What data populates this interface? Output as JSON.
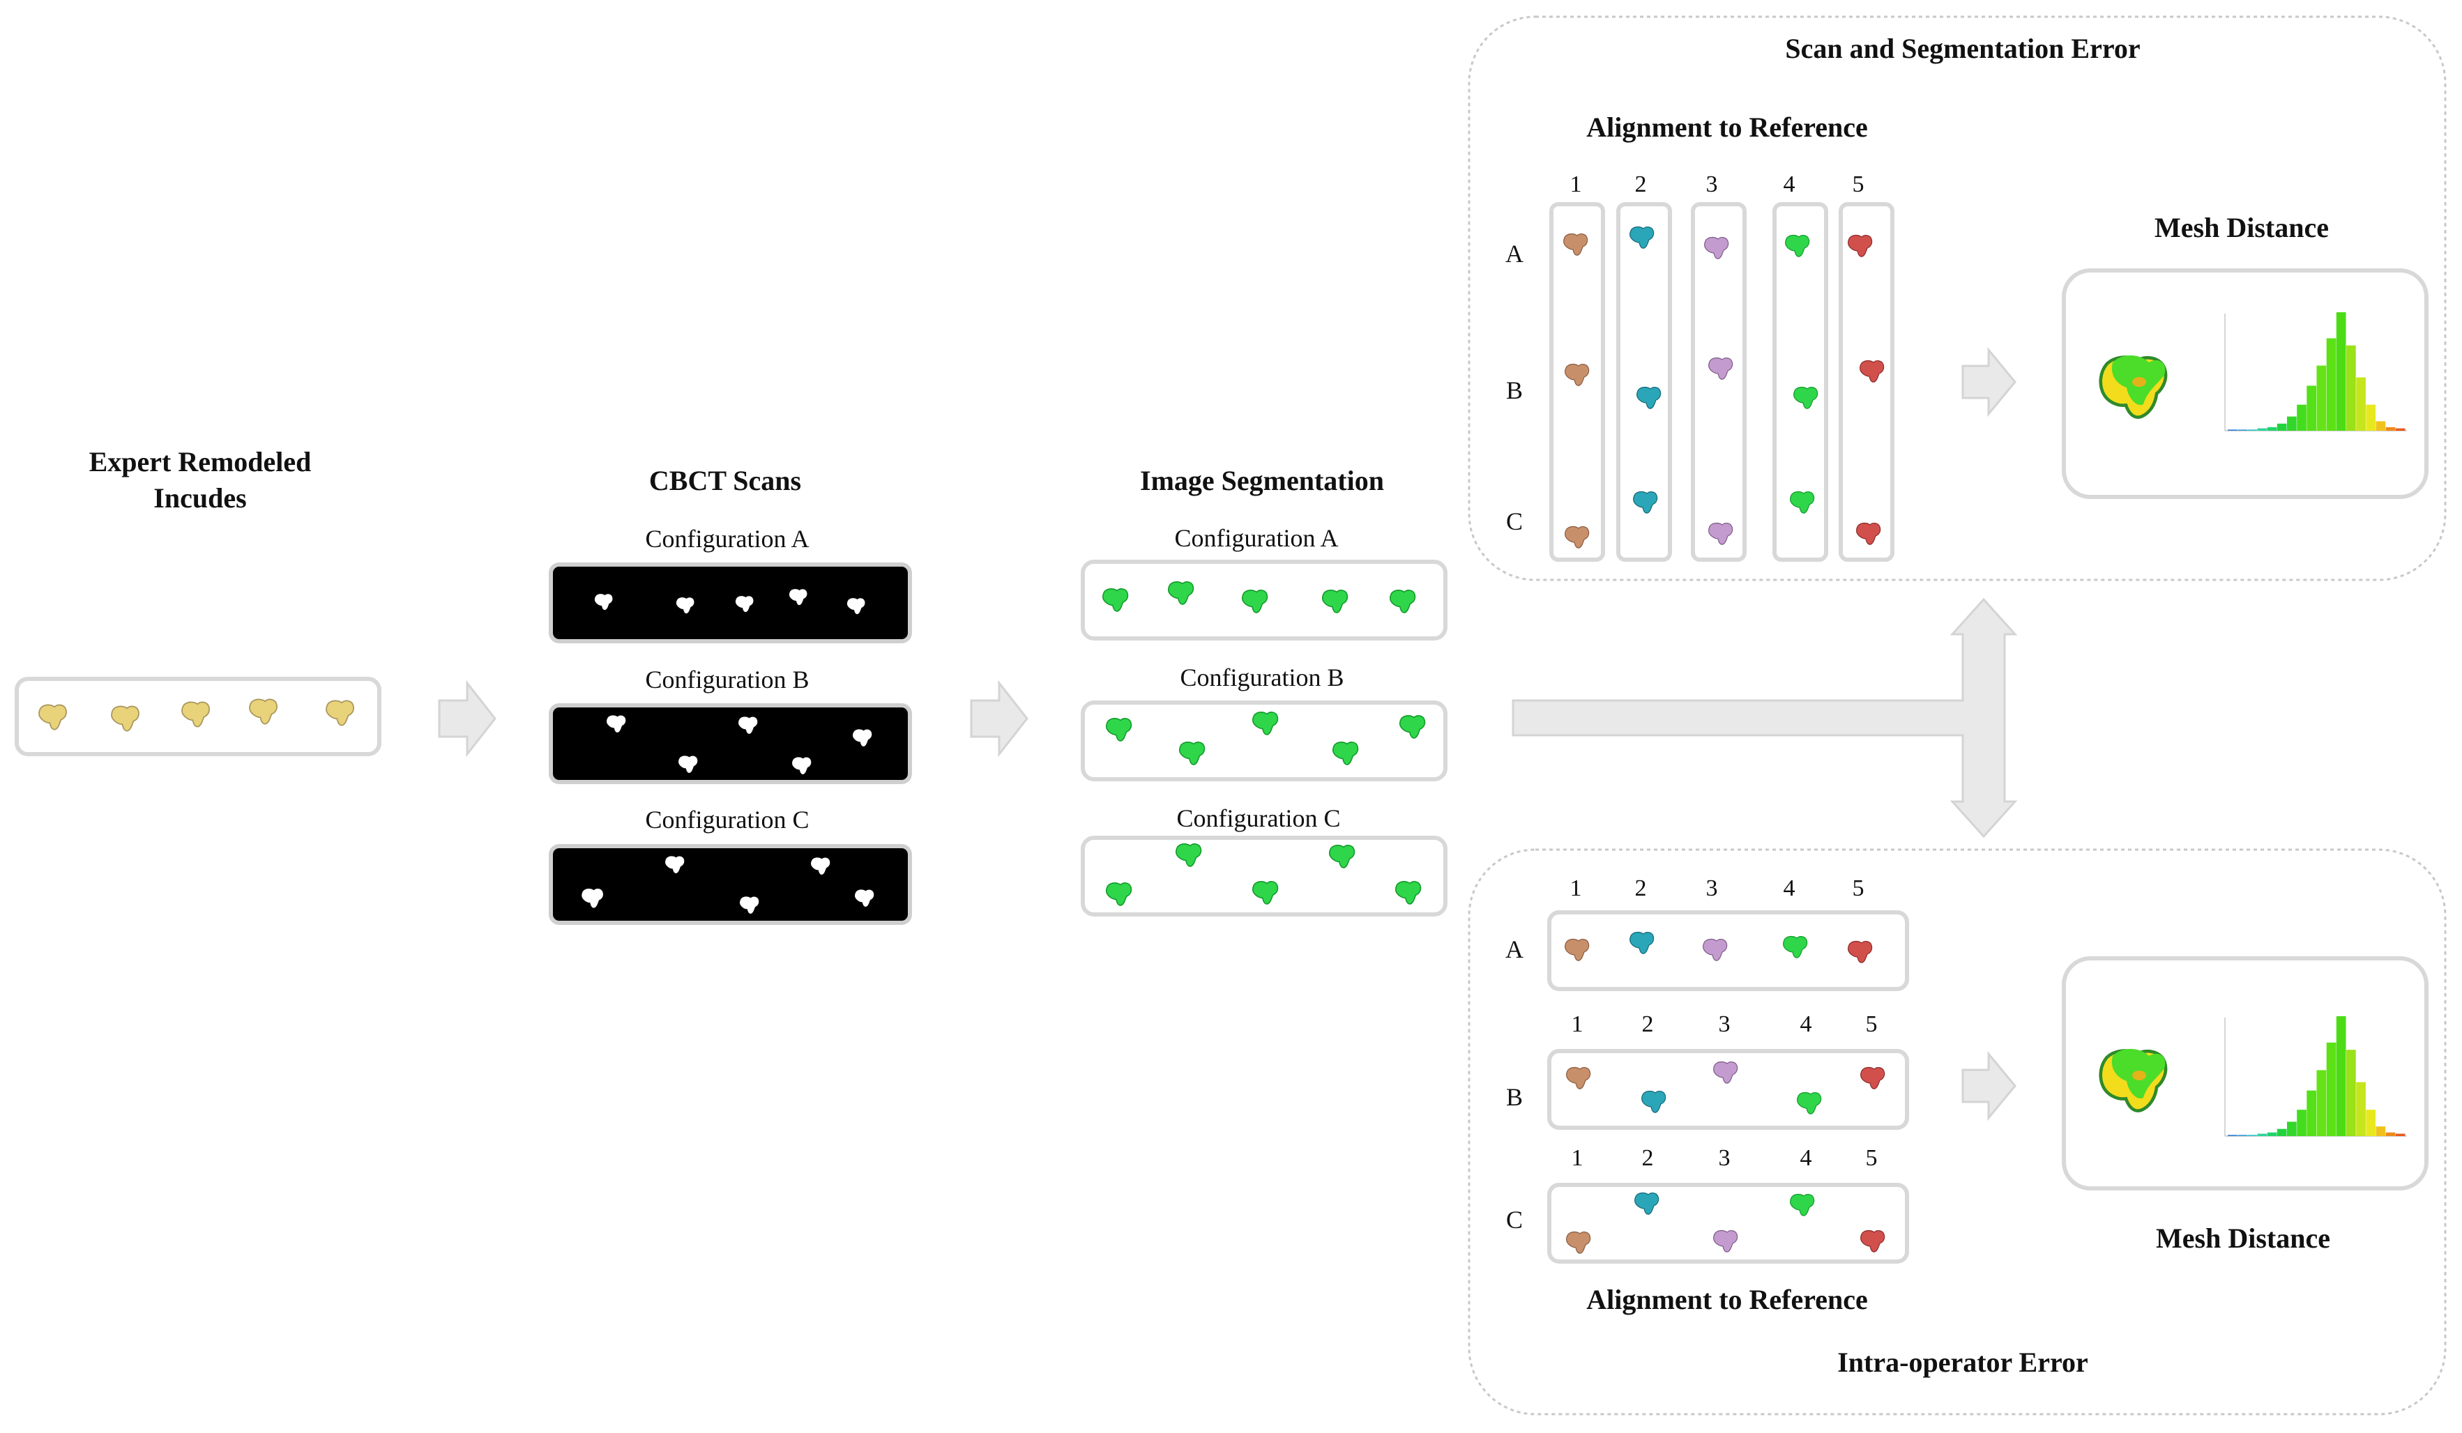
{
  "stage1": {
    "title_line1": "Expert Remodeled",
    "title_line2": "Incudes"
  },
  "stage2": {
    "title": "CBCT Scans",
    "configs": [
      "Configuration A",
      "Configuration B",
      "Configuration C"
    ]
  },
  "stage3": {
    "title": "Image Segmentation",
    "configs": [
      "Configuration A",
      "Configuration B",
      "Configuration C"
    ]
  },
  "panel_top": {
    "title": "Scan and Segmentation Error",
    "alignment_title": "Alignment to Reference",
    "mesh_title": "Mesh Distance",
    "row_labels": [
      "A",
      "B",
      "C"
    ],
    "numbers": [
      "1",
      "2",
      "3",
      "4",
      "5"
    ]
  },
  "panel_bottom": {
    "title": "Intra-operator Error",
    "alignment_title": "Alignment to Reference",
    "mesh_title": "Mesh Distance",
    "row_labels": [
      "A",
      "B",
      "C"
    ],
    "numbers": [
      "1",
      "2",
      "3",
      "4",
      "5"
    ]
  },
  "colors": {
    "incus_yellow": "#e8d27a",
    "scan_bg": "#000000",
    "seg_green": "#2fd64a",
    "sample_1": "#c8906a",
    "sample_2": "#2aa6b8",
    "sample_3": "#c49bcf",
    "sample_4": "#2fd64a",
    "sample_5": "#d2504c",
    "arrow_fill": "#e9e9e9",
    "box_stroke": "#d8d8d8"
  },
  "histogram": {
    "values": [
      0.01,
      0.01,
      0.01,
      0.02,
      0.03,
      0.06,
      0.12,
      0.22,
      0.38,
      0.55,
      0.78,
      1.0,
      0.72,
      0.45,
      0.22,
      0.08,
      0.03,
      0.02
    ],
    "bar_colors": [
      "#3b7fd6",
      "#3b9bd6",
      "#2fc4c4",
      "#2ed39a",
      "#22d36a",
      "#22d33e",
      "#33d62a",
      "#44dd1e",
      "#55e01a",
      "#66e318",
      "#5ce116",
      "#4cdc16",
      "#9ae118",
      "#c6e51c",
      "#e8e81e",
      "#f2c21c",
      "#ee8a1c",
      "#e85a1c"
    ]
  }
}
